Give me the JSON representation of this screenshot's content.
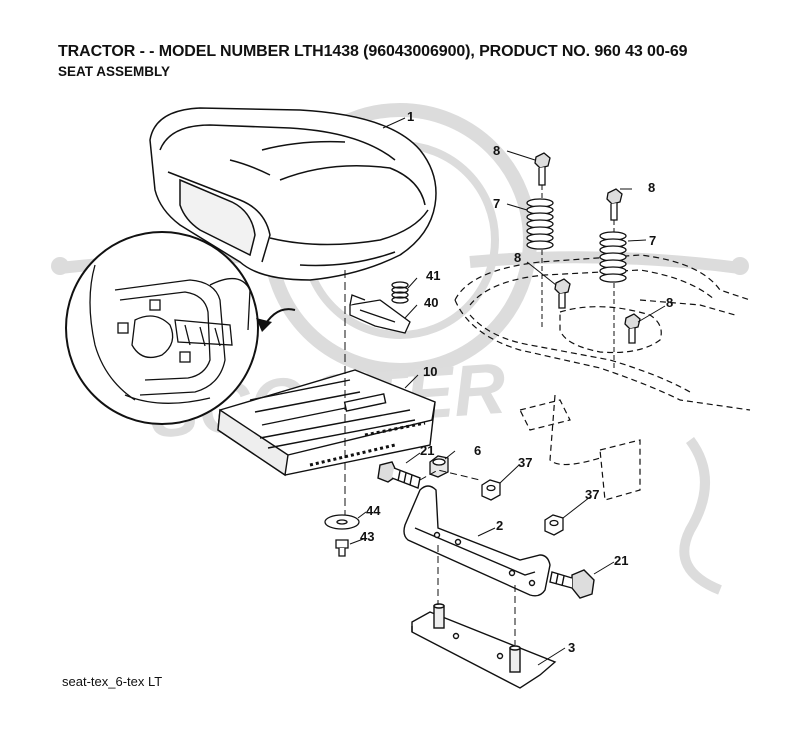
{
  "header": {
    "title": "TRACTOR - - MODEL NUMBER LTH1438 (96043006900), PRODUCT NO. 960 43 00-69",
    "subtitle": "SEAT ASSEMBLY"
  },
  "footer": {
    "code": "seat-tex_6-tex LT"
  },
  "watermark": {
    "text": "SCOOTER",
    "color": "#d9d9d9"
  },
  "callouts": [
    {
      "id": "c1a",
      "label": "1"
    },
    {
      "id": "c8a",
      "label": "8"
    },
    {
      "id": "c7a",
      "label": "7"
    },
    {
      "id": "c8b",
      "label": "8"
    },
    {
      "id": "c7b",
      "label": "7"
    },
    {
      "id": "c8c",
      "label": "8"
    },
    {
      "id": "c8d",
      "label": "8"
    },
    {
      "id": "c41",
      "label": "41"
    },
    {
      "id": "c40",
      "label": "40"
    },
    {
      "id": "c10",
      "label": "10"
    },
    {
      "id": "c21a",
      "label": "21"
    },
    {
      "id": "c6",
      "label": "6"
    },
    {
      "id": "c37a",
      "label": "37"
    },
    {
      "id": "c37b",
      "label": "37"
    },
    {
      "id": "c44",
      "label": "44"
    },
    {
      "id": "c43",
      "label": "43"
    },
    {
      "id": "c2",
      "label": "2"
    },
    {
      "id": "c21b",
      "label": "21"
    },
    {
      "id": "c3",
      "label": "3"
    }
  ]
}
